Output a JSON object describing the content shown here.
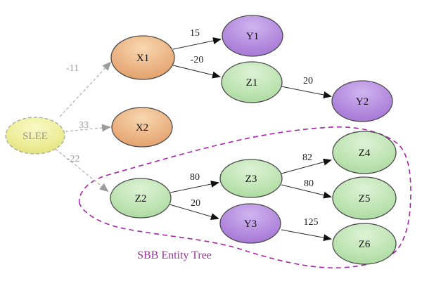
{
  "diagram": {
    "background": "#ffffff",
    "cluster": {
      "label": "SBB Entity Tree",
      "border_color": "#aa22aa",
      "label_color": "#993399"
    },
    "colors": {
      "yellow_node": "#eaea8e",
      "orange_node": "#e8a876",
      "purple_node": "#ab7fd9",
      "green_node": "#b7e1ad",
      "node_border": "#4a4a4a",
      "slee_border": "#a6a6a6",
      "solid_edge": "#2a2a2a",
      "dashed_edge": "#aeaeae"
    },
    "nodes": {
      "slee": {
        "label": "SLEE",
        "color": "yellow"
      },
      "x1": {
        "label": "X1",
        "color": "orange"
      },
      "x2": {
        "label": "X2",
        "color": "orange"
      },
      "y1": {
        "label": "Y1",
        "color": "purple"
      },
      "z1": {
        "label": "Z1",
        "color": "green"
      },
      "y2": {
        "label": "Y2",
        "color": "purple"
      },
      "z2": {
        "label": "Z2",
        "color": "green"
      },
      "z3": {
        "label": "Z3",
        "color": "green"
      },
      "y3": {
        "label": "Y3",
        "color": "purple"
      },
      "z4": {
        "label": "Z4",
        "color": "green"
      },
      "z5": {
        "label": "Z5",
        "color": "green"
      },
      "z6": {
        "label": "Z6",
        "color": "green"
      }
    },
    "edges": {
      "slee_x1": {
        "from": "SLEE",
        "to": "X1",
        "label": "-11",
        "style": "dashed"
      },
      "slee_x2": {
        "from": "SLEE",
        "to": "X2",
        "label": "33",
        "style": "dashed"
      },
      "slee_z2": {
        "from": "SLEE",
        "to": "Z2",
        "label": "-22",
        "style": "dashed"
      },
      "x1_y1": {
        "from": "X1",
        "to": "Y1",
        "label": "15",
        "style": "solid"
      },
      "x1_z1": {
        "from": "X1",
        "to": "Z1",
        "label": "-20",
        "style": "solid"
      },
      "z1_y2": {
        "from": "Z1",
        "to": "Y2",
        "label": "20",
        "style": "solid"
      },
      "z2_z3": {
        "from": "Z2",
        "to": "Z3",
        "label": "80",
        "style": "solid"
      },
      "z2_y3": {
        "from": "Z2",
        "to": "Y3",
        "label": "20",
        "style": "solid"
      },
      "z3_z4": {
        "from": "Z3",
        "to": "Z4",
        "label": "82",
        "style": "solid"
      },
      "z3_z5": {
        "from": "Z3",
        "to": "Z5",
        "label": "80",
        "style": "solid"
      },
      "y3_z6": {
        "from": "Y3",
        "to": "Z6",
        "label": "125",
        "style": "solid"
      }
    }
  }
}
